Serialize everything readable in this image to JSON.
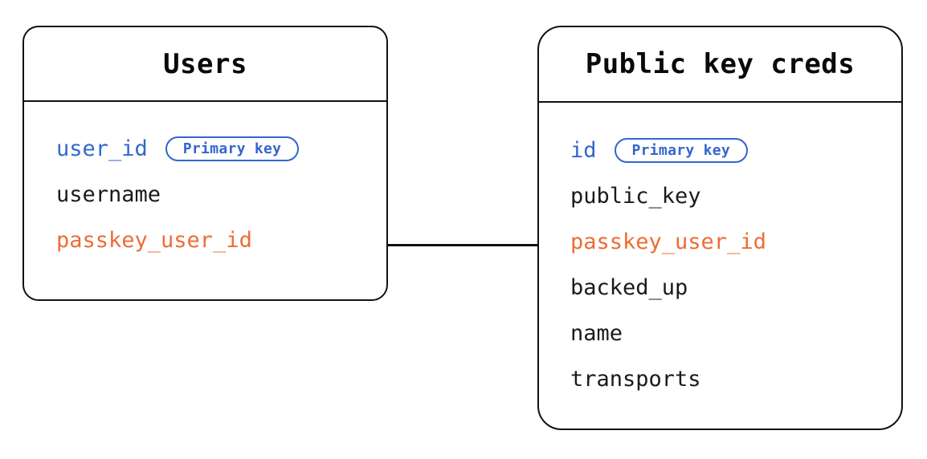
{
  "diagram": {
    "type": "entity-relationship-diagram",
    "background": "#ffffff",
    "palette": {
      "outline": "#111111",
      "text": "#1a1a1a",
      "primary_key": "#3366cc",
      "foreign_key": "#ee6c35"
    },
    "entities": [
      {
        "id": "users",
        "title": "Users",
        "fields": [
          {
            "name": "user_id",
            "tone": "key",
            "badge": "Primary key"
          },
          {
            "name": "username",
            "tone": "plain",
            "badge": null
          },
          {
            "name": "passkey_user_id",
            "tone": "fk",
            "badge": null
          }
        ]
      },
      {
        "id": "public-key-creds",
        "title": "Public key creds",
        "fields": [
          {
            "name": "id",
            "tone": "key",
            "badge": "Primary key"
          },
          {
            "name": "public_key",
            "tone": "plain",
            "badge": null
          },
          {
            "name": "passkey_user_id",
            "tone": "fk",
            "badge": null
          },
          {
            "name": "backed_up",
            "tone": "plain",
            "badge": null
          },
          {
            "name": "name",
            "tone": "plain",
            "badge": null
          },
          {
            "name": "transports",
            "tone": "plain",
            "badge": null
          }
        ]
      }
    ],
    "relationships": [
      {
        "id": "users-creds",
        "from": "users.passkey_user_id",
        "to": "public-key-creds.passkey_user_id",
        "style": "solid-line"
      }
    ]
  }
}
